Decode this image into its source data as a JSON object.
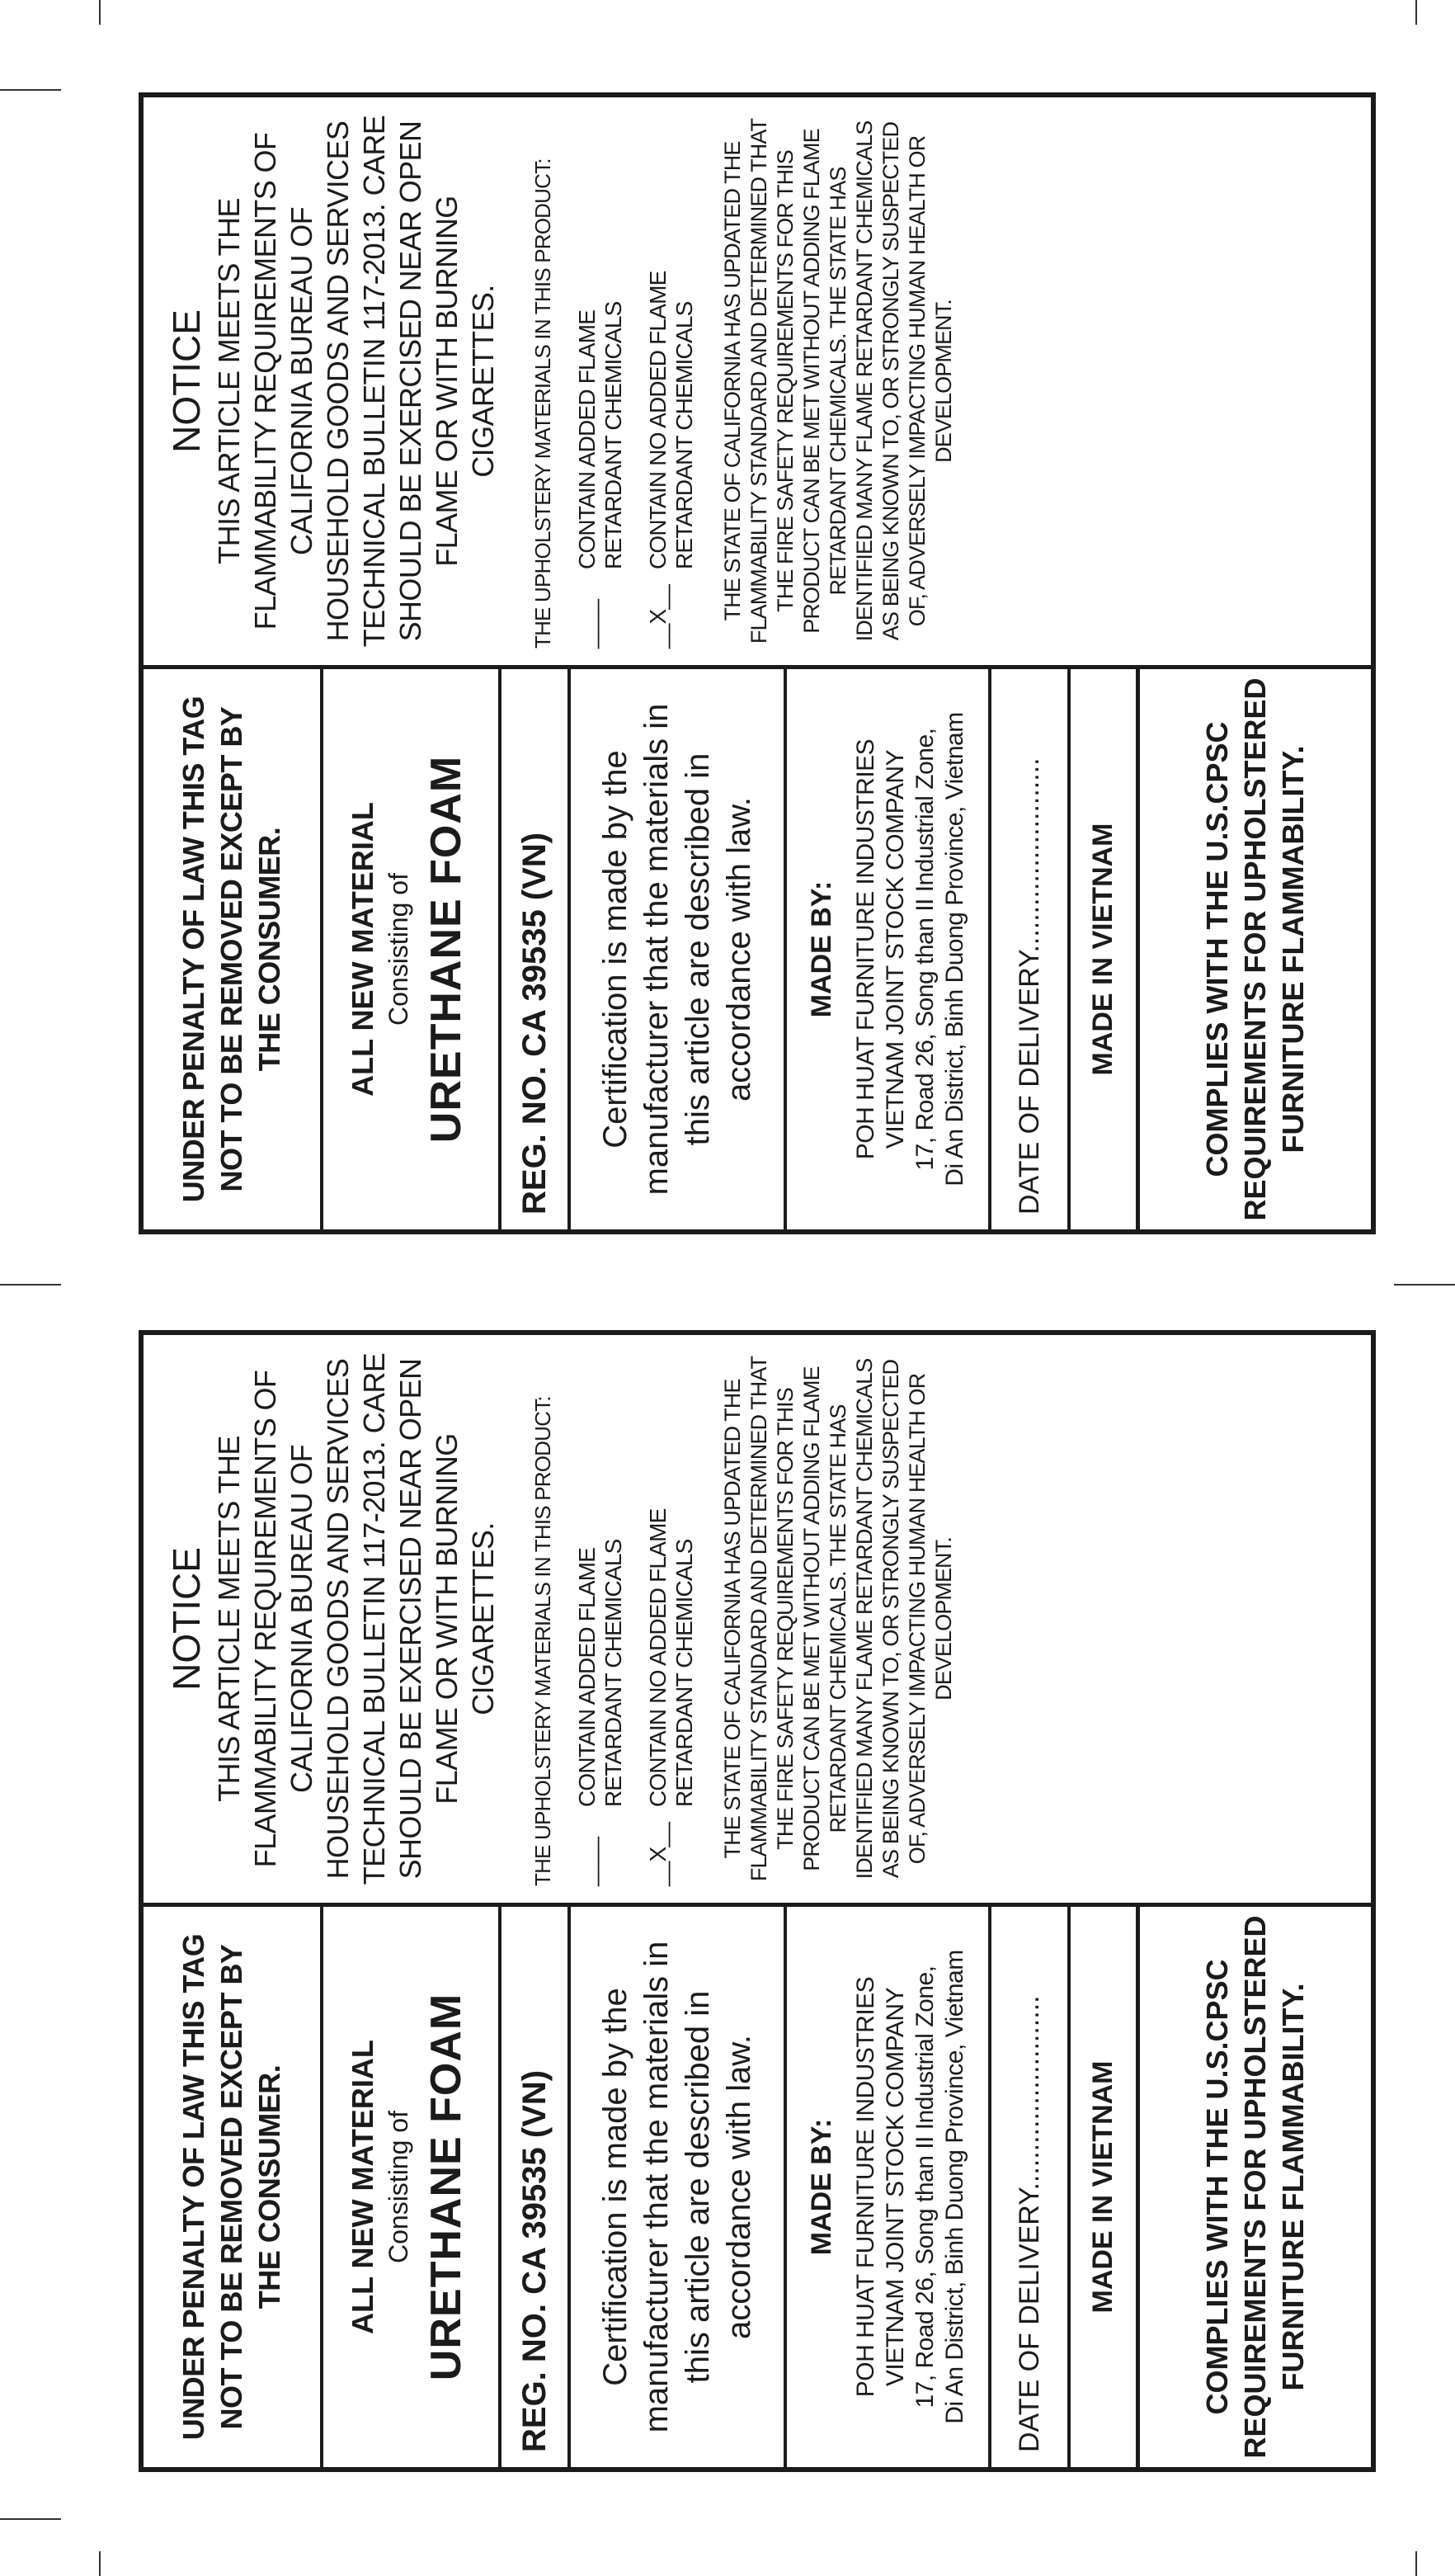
{
  "label": {
    "penalty": "UNDER PENALTY OF LAW THIS TAG NOT TO BE REMOVED EXCEPT BY THE CONSUMER.",
    "material_line1": "ALL NEW MATERIAL",
    "material_line2": "Consisting of",
    "material_line3": "URETHANE FOAM",
    "reg_no": "REG. NO. CA 39535 (VN)",
    "certification": "Certification is made by the manufacturer that the materials in this article are described in accordance with law.",
    "made_by_title": "MADE BY:",
    "made_by_lines": [
      "POH HUAT FURNITURE INDUSTRIES",
      "VIETNAM JOINT STOCK COMPANY",
      "17, Road 26, Song than II Industrial Zone,",
      "Di An District, Binh Duong Province, Vietnam"
    ],
    "date_of_delivery": "DATE OF DELIVERY.........................",
    "made_in": "MADE IN VIETNAM",
    "cpsc": "COMPLIES WITH THE U.S.CPSC REQUIREMENTS FOR UPHOLSTERED FURNITURE FLAMMABILITY.",
    "notice_title": "NOTICE",
    "notice_body": "THIS ARTICLE MEETS THE FLAMMABILITY REQUIREMENTS OF CALIFORNIA BUREAU OF HOUSEHOLD GOODS AND SERVICES TECHNICAL BULLETIN 117-2013. CARE SHOULD BE EXERCISED NEAR OPEN FLAME OR WITH BURNING CIGARETTES.",
    "upholstery": "THE UPHOLSTERY MATERIALS IN THIS PRODUCT:",
    "option1_mark": "____",
    "option1_line1": "CONTAIN ADDED FLAME",
    "option1_line2": "RETARDANT CHEMICALS",
    "option2_mark": "__X__",
    "option2_line1": "CONTAIN NO ADDED FLAME",
    "option2_line2": "RETARDANT CHEMICALS",
    "state_text": "THE STATE OF CALIFORNIA HAS UPDATED THE FLAMMABILITY STANDARD AND DETERMINED THAT THE FIRE SAFETY REQUIREMENTS FOR THIS PRODUCT CAN BE MET WITHOUT ADDING FLAME RETARDANT CHEMICALS. THE STATE HAS IDENTIFIED MANY FLAME RETARDANT CHEMICALS AS BEING KNOWN TO, OR STRONGLY SUSPECTED OF, ADVERSELY IMPACTING HUMAN HEALTH OR DEVELOPMENT."
  }
}
